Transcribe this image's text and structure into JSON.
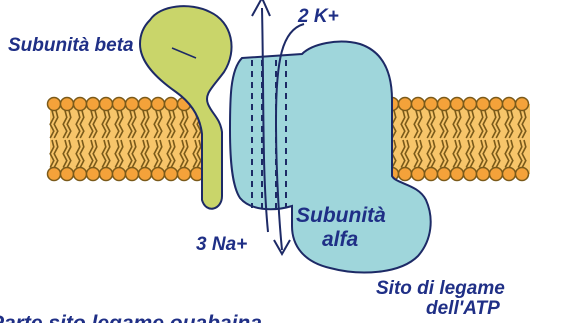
{
  "labels": {
    "beta_subunit": "Subunità beta",
    "k_ions": "2 K+",
    "na_ions": "3 Na+",
    "alpha_subunit_line1": "Subunità",
    "alpha_subunit_line2": "alfa",
    "atp_site_line1": "Sito di legame",
    "atp_site_line2": "dell'ATP",
    "cut_off_caption": "Parte sito legame ouabaina"
  },
  "colors": {
    "membrane_head": "#f4a23a",
    "membrane_tail": "#7a5a1a",
    "beta_subunit": "#c9d56a",
    "alpha_subunit": "#9fd6db",
    "outline": "#1d2a66",
    "label_text": "#1f2f86"
  }
}
